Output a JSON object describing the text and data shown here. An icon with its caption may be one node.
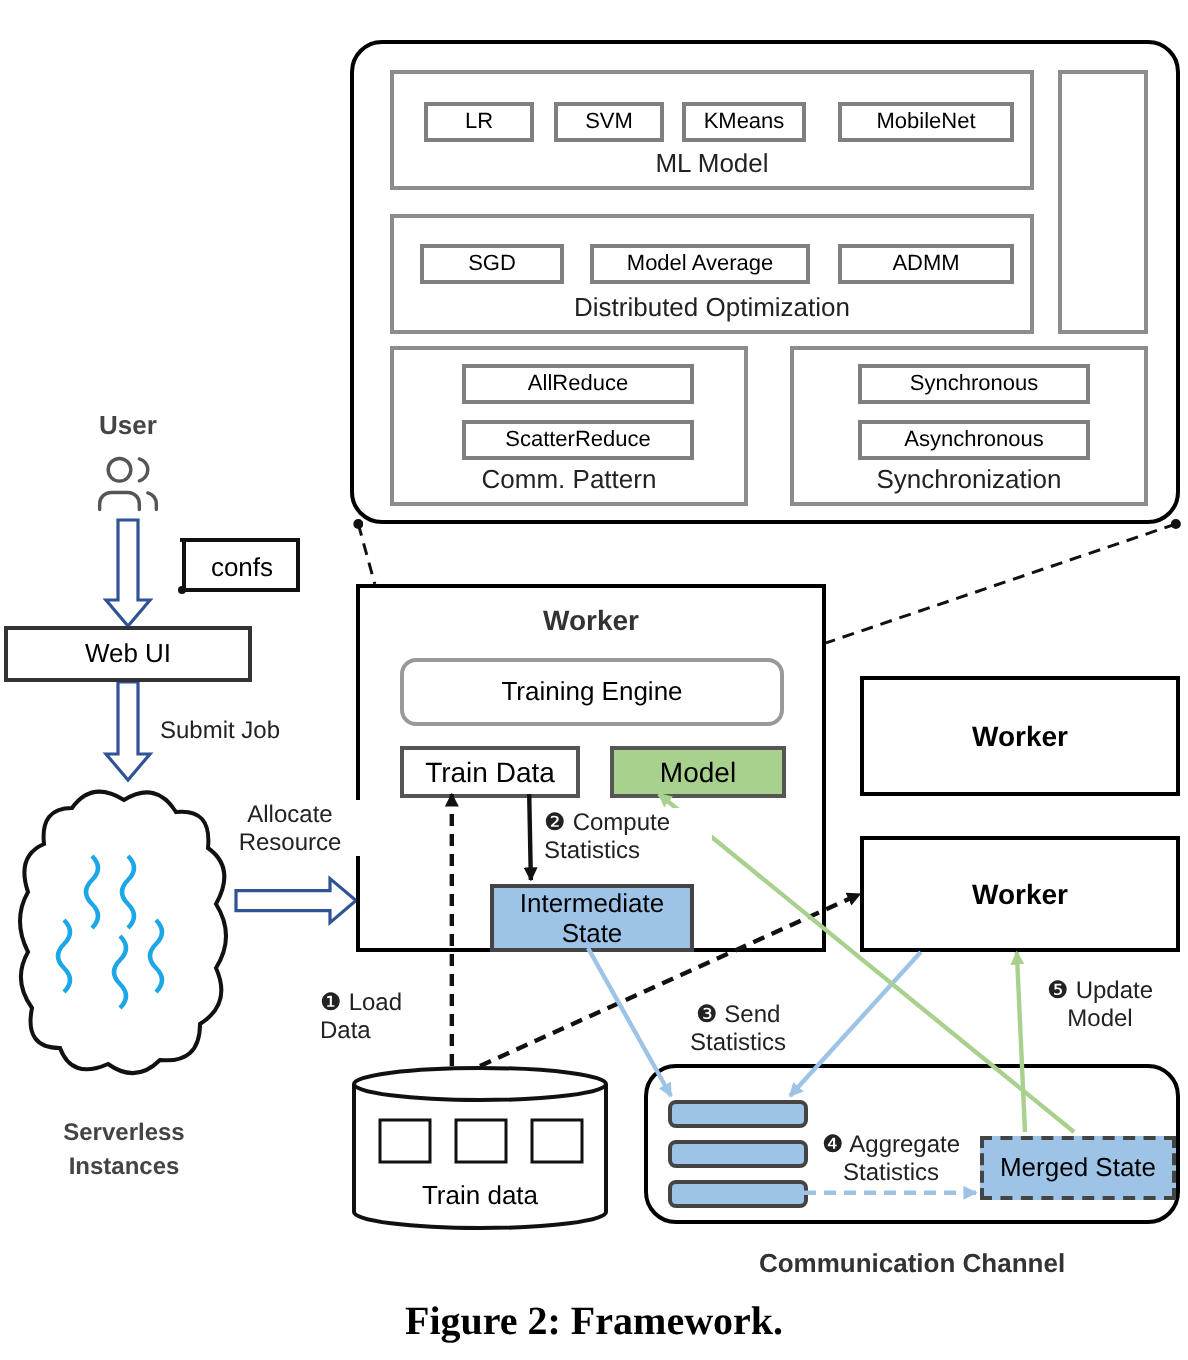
{
  "diagram": {
    "caption": "Figure 2: Framework.",
    "nodes": [
      {
        "text": [],
        "shape": "box"
      },
      {
        "text": [
          "ML Model"
        ],
        "in": 0
      },
      {
        "text": [
          "LR"
        ],
        "in": 1
      },
      {
        "text": [
          "SVM"
        ],
        "in": 1
      },
      {
        "text": [
          "KMeans"
        ],
        "in": 1
      },
      {
        "text": [
          "MobileNet"
        ],
        "in": 1
      },
      {
        "text": [
          "Distributed Optimization"
        ],
        "in": 0
      },
      {
        "text": [
          "SGD"
        ],
        "in": 6
      },
      {
        "text": [
          "Model Average"
        ],
        "in": 6
      },
      {
        "text": [
          "ADMM"
        ],
        "in": 6
      },
      {
        "text": [],
        "shape": "box",
        "in": 0
      },
      {
        "text": [
          "Comm. Pattern"
        ],
        "in": 0
      },
      {
        "text": [
          "AllReduce"
        ],
        "in": 11
      },
      {
        "text": [
          "ScatterReduce"
        ],
        "in": 11
      },
      {
        "text": [
          "Synchronization"
        ],
        "in": 0
      },
      {
        "text": [
          "Synchronous"
        ],
        "in": 14
      },
      {
        "text": [
          "Asynchronous"
        ],
        "in": 14
      },
      {
        "text": [
          "User"
        ]
      },
      {
        "text": [
          "confs"
        ]
      },
      {
        "text": [
          "Web UI"
        ]
      },
      {
        "text": [
          "Serverless Instances"
        ]
      },
      {
        "text": [
          "Worker"
        ]
      },
      {
        "text": [
          "Training Engine"
        ],
        "in": 21
      },
      {
        "text": [
          "Train Data"
        ],
        "in": 21
      },
      {
        "text": [
          "Model"
        ],
        "in": 21
      },
      {
        "text": [
          "Intermediate State"
        ],
        "in": 21
      },
      {
        "text": [
          "Worker"
        ]
      },
      {
        "text": [
          "Worker"
        ]
      },
      {
        "text": [
          "Train data"
        ]
      },
      {
        "text": [
          "Communication Channel"
        ]
      },
      {
        "text": [],
        "shape": "bar",
        "in": 29
      },
      {
        "text": [],
        "shape": "bar",
        "in": 29
      },
      {
        "text": [],
        "shape": "bar",
        "in": 29
      },
      {
        "text": [
          "Merged State"
        ],
        "in": 29
      }
    ],
    "edges": [
      {
        "from": 17,
        "to": 19,
        "arrow": "to",
        "style": "thick"
      },
      {
        "from": 19,
        "to": 20,
        "arrow": "to",
        "style": "thick",
        "label": "Submit Job"
      },
      {
        "from": 20,
        "to": 21,
        "arrow": "to",
        "style": "thick",
        "label": "Allocate Resource"
      },
      {
        "from": 28,
        "to": 23,
        "arrow": "to",
        "style": "dashed",
        "label": "❶ Load Data"
      },
      {
        "from": 23,
        "to": 25,
        "arrow": "to",
        "label": "❷ Compute Statistics"
      },
      {
        "from": 28,
        "to": 27,
        "arrow": "to",
        "style": "dashed"
      },
      {
        "from": 25,
        "to": 30,
        "arrow": "to",
        "color": "#9dc3e6",
        "label": "❸ Send Statistics"
      },
      {
        "from": 27,
        "to": 30,
        "arrow": "to",
        "color": "#9dc3e6"
      },
      {
        "from": 32,
        "to": 33,
        "arrow": "to",
        "style": "dashed",
        "color": "#9dc3e6",
        "label": "❹ Aggregate Statistics"
      },
      {
        "from": 33,
        "to": 24,
        "arrow": "to",
        "color": "#a9d18e"
      },
      {
        "from": 33,
        "to": 27,
        "arrow": "to",
        "color": "#a9d18e",
        "label": "❺ Update Model"
      },
      {
        "from": 0,
        "to": 21,
        "arrow": "other",
        "style": "dashed"
      },
      {
        "from": 0,
        "to": 21,
        "arrow": "other",
        "style": "dashed"
      }
    ]
  }
}
